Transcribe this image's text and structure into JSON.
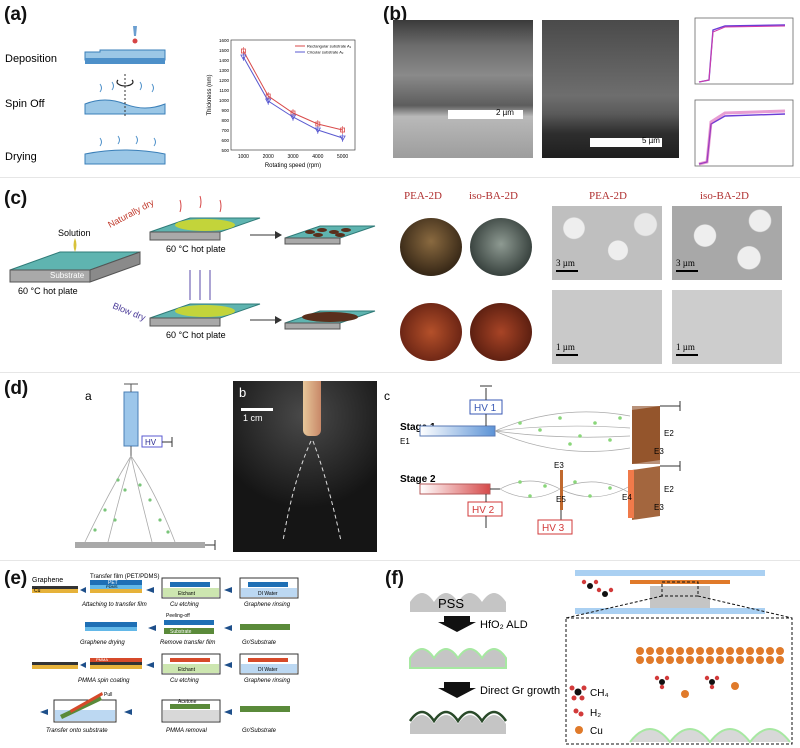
{
  "panels": {
    "a": {
      "label": "(a)",
      "steps": [
        "Deposition",
        "Spin Off",
        "Drying"
      ],
      "chart_title": "",
      "legend": [
        "Rectangular substrate  A₁",
        "Circular substrate  A₂"
      ],
      "ylabel": "Thickness (nm)",
      "xlabel": "Rotating speed (rpm)",
      "xticks": [
        "1000",
        "2000",
        "3000",
        "4000",
        "5000"
      ],
      "yticks": [
        "500",
        "600",
        "700",
        "800",
        "900",
        "1000",
        "1100",
        "1200",
        "1300",
        "1400",
        "1500",
        "1600"
      ]
    },
    "b": {
      "label": "(b)",
      "scale1": "2 µm",
      "scale2": "5 µm"
    },
    "c": {
      "label": "(c)",
      "solution": "Solution",
      "substrate": "Substrate",
      "hot_plate": "60 °C hot plate",
      "naturally_dry": "Naturally dry",
      "blow_dry": "Blow dry",
      "col_labels": [
        "PEA-2D",
        "iso-BA-2D",
        "PEA-2D",
        "iso-BA-2D"
      ],
      "scale_3um": "3 µm",
      "scale_1um": "1 µm"
    },
    "d": {
      "label": "(d)",
      "sub_a": "a",
      "sub_b": "b",
      "sub_c": "c",
      "hv": "HV",
      "scale": "1 cm",
      "stage1": "Stage 1",
      "stage2": "Stage 2",
      "hv1": "HV 1",
      "hv2": "HV 2",
      "hv3": "HV 3",
      "electrodes": [
        "E1",
        "E2",
        "E3",
        "E2",
        "E3",
        "E3",
        "E4",
        "E5"
      ]
    },
    "e": {
      "label": "(e)",
      "graphene": "Graphene",
      "cu": "Cu",
      "transfer_film": "Transfer film (PET/PDMS)",
      "pet": "PET",
      "pdms": "PDMS",
      "etchant": "Etchant",
      "di_water": "DI Water",
      "peeling": "Peeling-off",
      "substrate": "Substrate",
      "pmma": "PMMA",
      "acetone": "Acetone",
      "pull": "Pull",
      "captions_row1": [
        "Attaching to transfer film",
        "Cu etching",
        "Graphene rinsing"
      ],
      "captions_row2": [
        "Graphene drying",
        "Remove transfer film",
        "Gr/Substrate"
      ],
      "captions_row3": [
        "PMMA spin coating",
        "Cu etching",
        "Graphene rinsing"
      ],
      "captions_row4": [
        "Transfer onto substrate",
        "PMMA removal",
        "Gr/Substrate"
      ]
    },
    "f": {
      "label": "(f)",
      "pss": "PSS",
      "ald": "HfO₂ ALD",
      "growth": "Direct Gr growth",
      "legend": [
        "CH₄",
        "H₂",
        "Cu"
      ]
    }
  },
  "chart_data": {
    "type": "line",
    "title": "",
    "xlabel": "Rotating speed (rpm)",
    "ylabel": "Thickness (nm)",
    "x": [
      1000,
      2000,
      3000,
      4000,
      5000
    ],
    "xlim": [
      500,
      5500
    ],
    "ylim": [
      500,
      1600
    ],
    "series": [
      {
        "name": "Rectangular substrate  A₁",
        "values": [
          1490,
          1040,
          870,
          760,
          700
        ],
        "color": "#d94a4a"
      },
      {
        "name": "Circular substrate  A₂",
        "values": [
          1430,
          990,
          830,
          700,
          620
        ],
        "color": "#5a5ad0"
      }
    ]
  }
}
